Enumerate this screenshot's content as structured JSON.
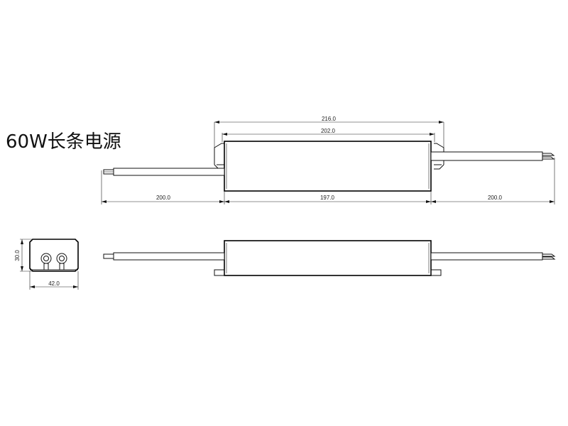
{
  "title": "60W长条电源",
  "dimensions": {
    "overall_length_with_brackets": "216.0",
    "body_length": "202.0",
    "left_wire_length": "200.0",
    "mount_spacing": "197.0",
    "right_wire_length": "200.0",
    "height": "30.0",
    "width": "42.0"
  }
}
